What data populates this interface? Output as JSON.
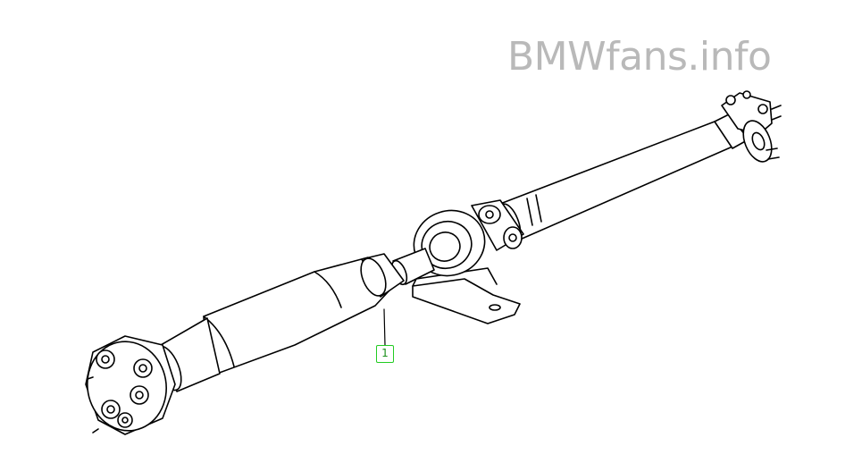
{
  "watermark": {
    "brand": "BMWfans",
    "suffix": ".info",
    "color": "#b9b9b9"
  },
  "callouts": [
    {
      "number": "1",
      "color": "#22cc22"
    }
  ],
  "icons": {
    "assembly": "propeller-shaft-drawing"
  }
}
